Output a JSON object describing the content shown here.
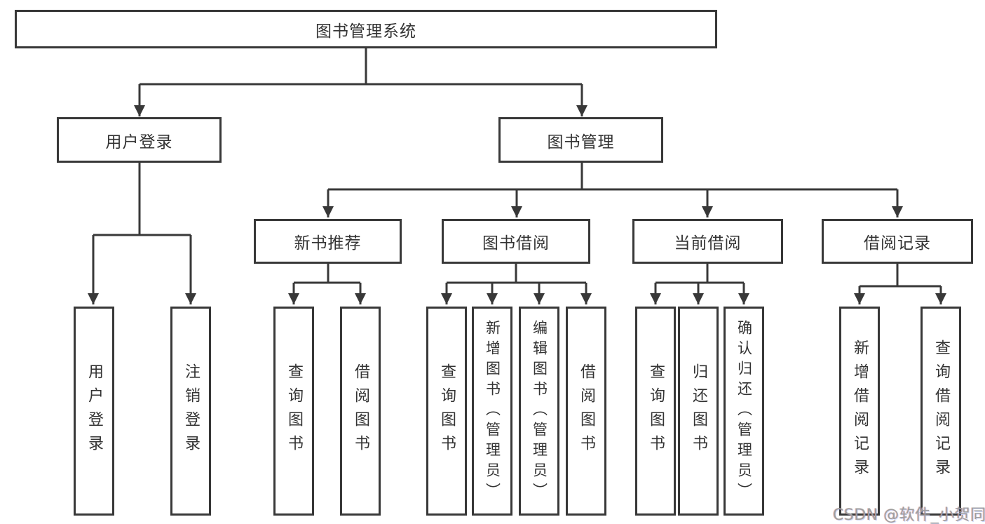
{
  "diagram": {
    "type": "hierarchy-tree",
    "levels": 4,
    "orientation": "top-down"
  },
  "colors": {
    "line": "#383838",
    "box_border": "#383838",
    "box_fill": "#ffffff",
    "text": "#333333",
    "background": "#ffffff",
    "watermark": "#9e9e9e"
  },
  "tree": {
    "label": "图书管理系统",
    "children": [
      {
        "label": "用户登录",
        "children": [
          {
            "label": "用户登录",
            "children": []
          },
          {
            "label": "注销登录",
            "children": []
          }
        ]
      },
      {
        "label": "图书管理",
        "children": [
          {
            "label": "新书推荐",
            "children": [
              {
                "label": "查询图书",
                "children": []
              },
              {
                "label": "借阅图书",
                "children": []
              }
            ]
          },
          {
            "label": "图书借阅",
            "children": [
              {
                "label": "查询图书",
                "children": []
              },
              {
                "label": "新增图书（管理员）",
                "children": []
              },
              {
                "label": "编辑图书（管理员）",
                "children": []
              },
              {
                "label": "借阅图书",
                "children": []
              }
            ]
          },
          {
            "label": "当前借阅",
            "children": [
              {
                "label": "查询图书",
                "children": []
              },
              {
                "label": "归还图书",
                "children": []
              },
              {
                "label": "确认归还（管理员）",
                "children": []
              }
            ]
          },
          {
            "label": "借阅记录",
            "children": [
              {
                "label": "新增借阅记录",
                "children": []
              },
              {
                "label": "查询借阅记录",
                "children": []
              }
            ]
          }
        ]
      }
    ]
  },
  "watermark": {
    "text": "CSDN @软件_小贺同学"
  }
}
